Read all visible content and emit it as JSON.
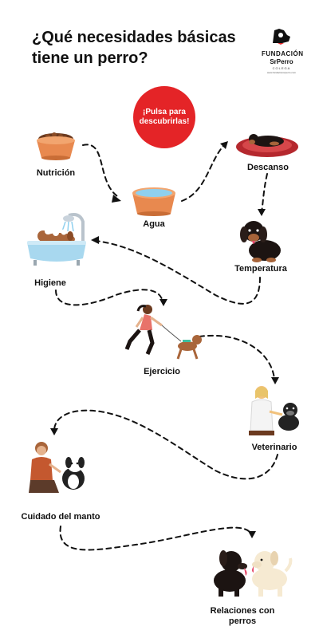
{
  "title": "¿Qué necesidades básicas\n tiene un perro?",
  "logo": {
    "line1": "FUNDACIÓN",
    "line2": "SrPerro",
    "line3": "COLEGA",
    "line4": "www.fundacionsrperro.com"
  },
  "cta_label": "¡Pulsa para\ndescubrirlas!",
  "needs": [
    {
      "label": "Nutrición",
      "icon": "food-bowl-icon"
    },
    {
      "label": "Agua",
      "icon": "water-bowl-icon"
    },
    {
      "label": "Descanso",
      "icon": "dog-bed-icon"
    },
    {
      "label": "Temperatura",
      "icon": "dog-icon"
    },
    {
      "label": "Higiene",
      "icon": "dog-bath-icon"
    },
    {
      "label": "Ejercicio",
      "icon": "running-with-dog-icon"
    },
    {
      "label": "Veterinario",
      "icon": "veterinarian-icon"
    },
    {
      "label": "Cuidado del manto",
      "icon": "brushing-dog-icon"
    },
    {
      "label": "Relaciones con\nperros",
      "icon": "dogs-playing-icon"
    }
  ],
  "colors": {
    "accent": "#e42427",
    "bowl": "#e8894f",
    "water": "#8fd0ef",
    "bed": "#b5282e"
  }
}
